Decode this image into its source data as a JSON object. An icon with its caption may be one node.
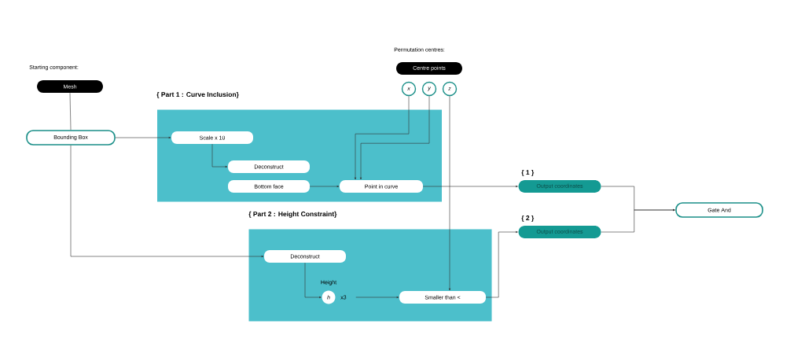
{
  "diagram": {
    "nodes": [
      {
        "text": [
          "Mesh"
        ]
      },
      {
        "text": [
          "Bounding Box"
        ]
      },
      {
        "text": [
          "{ Part 1 : Curve Inclusion}"
        ]
      },
      {
        "text": [
          "Scale x 10"
        ],
        "in": 2
      },
      {
        "text": [
          "Deconstruct"
        ],
        "in": 2
      },
      {
        "text": [
          "Bottom face"
        ],
        "in": 2
      },
      {
        "text": [
          "Point in curve"
        ],
        "in": 2
      },
      {
        "text": [
          "Centre points"
        ]
      },
      {
        "text": [
          "x"
        ]
      },
      {
        "text": [
          "y"
        ]
      },
      {
        "text": [
          "z"
        ]
      },
      {
        "text": [
          "{ Part 2 : Height Constraint}"
        ]
      },
      {
        "text": [
          "Deconstruct"
        ],
        "in": 11
      },
      {
        "text": [
          "h"
        ],
        "in": 11,
        "beside": [
          "Height",
          "x3"
        ]
      },
      {
        "text": [
          "Smaller than <"
        ],
        "in": 11
      },
      {
        "text": [
          "{ 1 }",
          "Output coordinates"
        ]
      },
      {
        "text": [
          "{ 2 }",
          "Output coordinates"
        ]
      },
      {
        "text": [
          "Gate And"
        ]
      }
    ],
    "edges": [
      {
        "from": 0,
        "to": 1,
        "arrow": "none"
      },
      {
        "from": 1,
        "to": 3,
        "arrow": "to"
      },
      {
        "from": 1,
        "to": 12,
        "arrow": "to"
      },
      {
        "from": 3,
        "to": 4,
        "arrow": "to"
      },
      {
        "from": 5,
        "to": 6,
        "arrow": "to"
      },
      {
        "from": 8,
        "to": 6,
        "arrow": "to"
      },
      {
        "from": 9,
        "to": 6,
        "arrow": "to"
      },
      {
        "from": 10,
        "to": 14,
        "arrow": "to"
      },
      {
        "from": 6,
        "to": 15,
        "arrow": "to"
      },
      {
        "from": 12,
        "to": 13,
        "arrow": "to"
      },
      {
        "from": 13,
        "to": 14,
        "arrow": "to"
      },
      {
        "from": 14,
        "to": 16,
        "arrow": "to"
      },
      {
        "from": 15,
        "to": 17,
        "arrow": "to"
      },
      {
        "from": 16,
        "to": 17,
        "arrow": "to"
      }
    ],
    "labels": [
      "Starting component:",
      "Permutation centres:"
    ]
  }
}
